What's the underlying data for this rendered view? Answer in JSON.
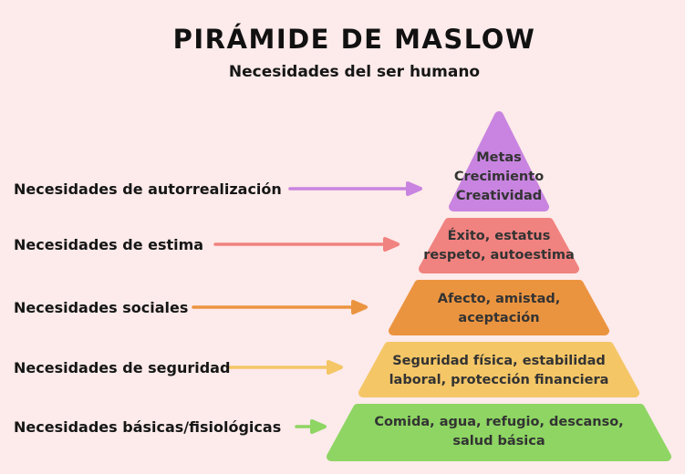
{
  "page": {
    "title": "PIRÁMIDE DE MASLOW",
    "subtitle": "Necesidades del ser humano",
    "background_color": "#fdeaea"
  },
  "levels": [
    {
      "id": "autorrealizacion",
      "label": "Necesidades de autorrealización",
      "content": "Metas\nCrecimiento\nCreatividad",
      "color": "#c884e0"
    },
    {
      "id": "estima",
      "label": "Necesidades de estima",
      "content": "Éxito, estatus\nrespeto, autoestima",
      "color": "#f0827f"
    },
    {
      "id": "sociales",
      "label": "Necesidades sociales",
      "content": "Afecto, amistad,\naceptación",
      "color": "#eb9440"
    },
    {
      "id": "seguridad",
      "label": "Necesidades de seguridad",
      "content": "Seguridad física, estabilidad\nlaboral, protección financiera",
      "color": "#f4c666"
    },
    {
      "id": "basicas",
      "label": "Necesidades básicas/fisiológicas",
      "content": "Comida, agua, refugio, descanso,\nsalud básica",
      "color": "#8ed563"
    }
  ]
}
